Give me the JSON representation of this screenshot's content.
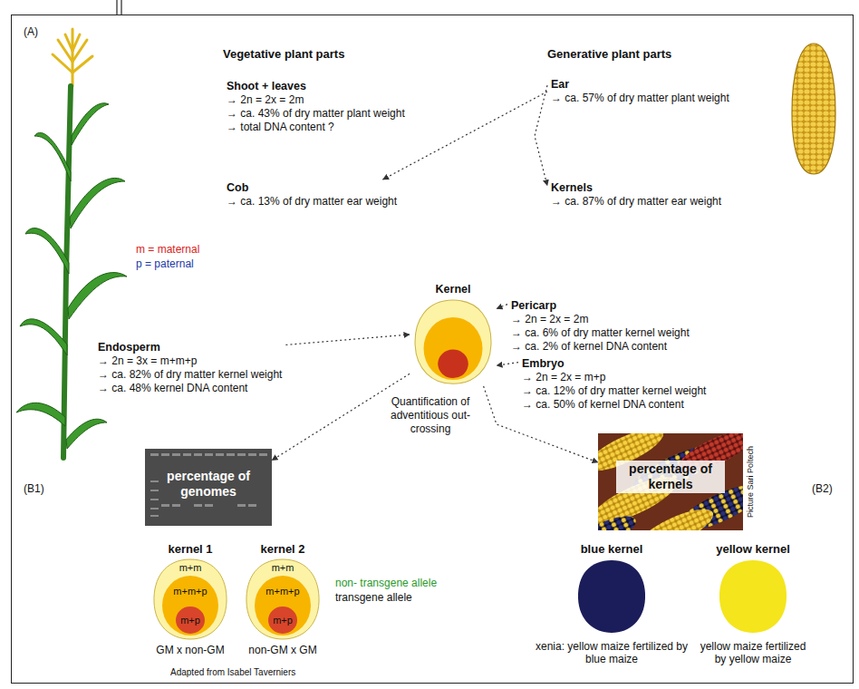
{
  "diagram": {
    "nodes": [
      {
        "text": [
          "Shoot + leaves",
          "→ 2n = 2x = 2m",
          "→ ca. 43% of dry matter plant weight",
          "→ total DNA content ?"
        ]
      },
      {
        "text": [
          "Ear",
          "→ ca. 57% of dry matter plant weight"
        ]
      },
      {
        "text": [
          "Cob",
          "→ ca. 13% of dry matter ear weight"
        ]
      },
      {
        "text": [
          "Kernels",
          "→ ca. 87% of dry matter ear weight"
        ]
      },
      {
        "text": [
          "Kernel"
        ]
      },
      {
        "text": [
          "Pericarp",
          "→ 2n = 2x = 2m",
          "→ ca. 6% of dry matter kernel weight",
          "→ ca. 2% of kernel DNA content"
        ]
      },
      {
        "text": [
          "Endosperm",
          "→ 2n = 3x = m+m+p",
          "→ ca. 82% of dry matter kernel weight",
          "→ ca. 48% kernel DNA content"
        ]
      },
      {
        "text": [
          "Embryo",
          "→ 2n = 2x = m+p",
          "→ ca. 12% of dry matter kernel weight",
          "→ ca. 50% of kernel DNA content"
        ]
      },
      {
        "text": [
          "percentage of genomes"
        ]
      },
      {
        "text": [
          "percentage of kernels",
          "Picture Sari Poltech"
        ]
      },
      {
        "text": [
          "kernel 1",
          "m+m",
          "m+m+p",
          "m+p",
          "GM x non-GM"
        ]
      },
      {
        "text": [
          "kernel 2",
          "m+m",
          "m+m+p",
          "m+p",
          "non-GM x GM"
        ]
      },
      {
        "text": [
          "blue kernel",
          "xenia: yellow maize fertilized by blue maize"
        ]
      },
      {
        "text": [
          "yellow kernel",
          "yellow maize fertilized by yellow maize"
        ]
      }
    ],
    "edges": [
      {
        "from": 1,
        "to": 2,
        "arrow": "to"
      },
      {
        "from": 1,
        "to": 3,
        "arrow": "to"
      },
      {
        "from": 5,
        "to": 4,
        "arrow": "to"
      },
      {
        "from": 6,
        "to": 4,
        "arrow": "to"
      },
      {
        "from": 7,
        "to": 4,
        "arrow": "to"
      },
      {
        "from": 4,
        "to": 8,
        "arrow": "to"
      },
      {
        "from": 4,
        "to": 9,
        "arrow": "to"
      }
    ],
    "labels": [
      "(A)",
      "Vegetative plant parts",
      "Generative plant parts",
      "m = maternal",
      "p = paternal",
      "Quantification of adventitious out-crossing",
      "(B1)",
      "(B2)",
      "non- transgene allele",
      "transgene allele",
      "Adapted from Isabel Taverniers"
    ]
  }
}
